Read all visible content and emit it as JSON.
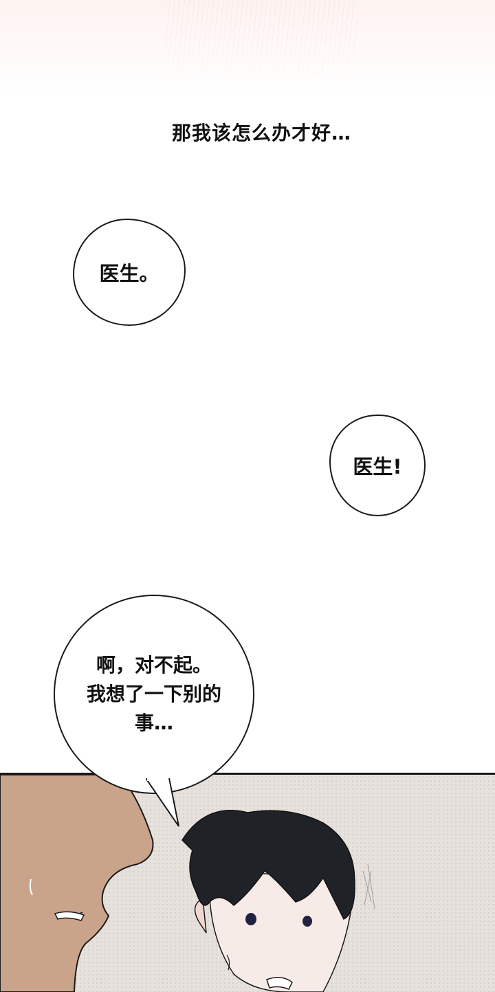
{
  "narration": "那我该怎么办才好…",
  "bubbles": [
    {
      "id": "bubble-1",
      "text": "医生。"
    },
    {
      "id": "bubble-2",
      "text": "医生!"
    },
    {
      "id": "bubble-3",
      "lines": [
        "啊，对不起。",
        "我想了一下别的",
        "事…"
      ]
    }
  ],
  "panel": {
    "background_color": "#e6e1dd",
    "skin_color_left": "#c9a38a",
    "hair_color": "#1f2226"
  }
}
